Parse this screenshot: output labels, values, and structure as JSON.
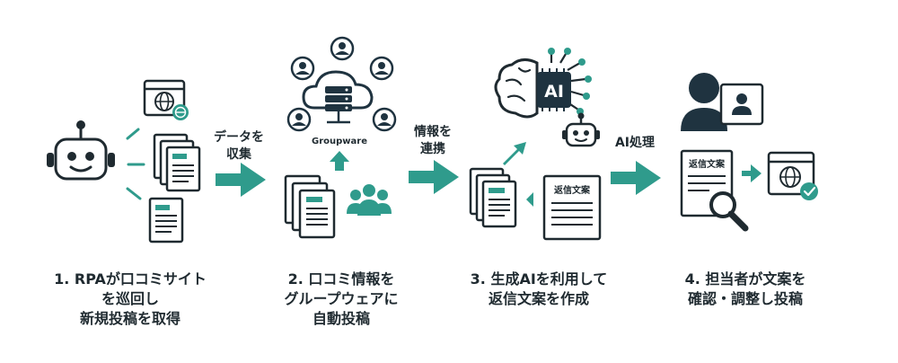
{
  "colors": {
    "teal": "#2f9b8c",
    "dark": "#1f3340",
    "outline": "#1f2a30"
  },
  "arrow_labels": {
    "a1_line1": "データを",
    "a1_line2": "収集",
    "a2_line1": "情報を",
    "a2_line2": "連携",
    "a3_line1": "AI処理"
  },
  "icons": {
    "groupware_label": "Groupware",
    "ai_chip_label": "AI",
    "reply_doc_label": "返信文案",
    "review_doc_label": "返信文案"
  },
  "steps": [
    {
      "line1": "1. RPAが口コミサイト",
      "line2": "を巡回し",
      "line3": "新規投稿を取得"
    },
    {
      "line1": "2. 口コミ情報を",
      "line2": "グループウェアに",
      "line3": "自動投稿"
    },
    {
      "line1": "3. 生成AIを利用して",
      "line2": "返信文案を作成",
      "line3": ""
    },
    {
      "line1": "4. 担当者が文案を",
      "line2": "確認・調整し投稿",
      "line3": ""
    }
  ]
}
